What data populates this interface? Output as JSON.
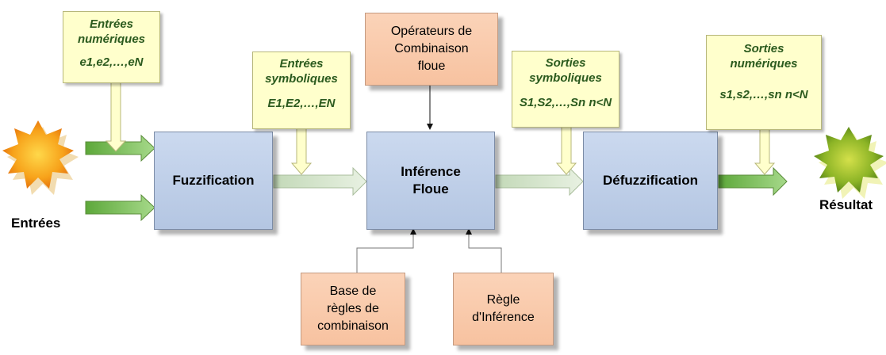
{
  "inputs_label": "Entrées",
  "result_label": "Résultat",
  "blocks": {
    "fuzzification": "Fuzzification",
    "inference": "Inférence\nFloue",
    "defuzzification": "Défuzzification"
  },
  "peach": {
    "operators": "Opérateurs de\nCombinaison\nfloue",
    "rule_base": "Base de\nrègles de\ncombinaison",
    "inference_rule": "Règle\nd'Inférence"
  },
  "notes": {
    "numeric_inputs": {
      "title": "Entrées\nnumériques",
      "formula": "e1,e2,…,eN"
    },
    "symbolic_inputs": {
      "title": "Entrées\nsymboliques",
      "formula": "E1,E2,…,EN"
    },
    "symbolic_outputs": {
      "title": "Sorties\nsymboliques",
      "formula": "S1,S2,…,Sn n<N"
    },
    "numeric_outputs": {
      "title": "Sorties\nnumériques",
      "formula": "s1,s2,…,sn n<N"
    }
  },
  "colors": {
    "block": "#b4c6e2",
    "peach": "#f7c2a0",
    "note": "#ffffcc",
    "note_text": "#2b5a1e",
    "arrow_green": "#7cbf52"
  }
}
